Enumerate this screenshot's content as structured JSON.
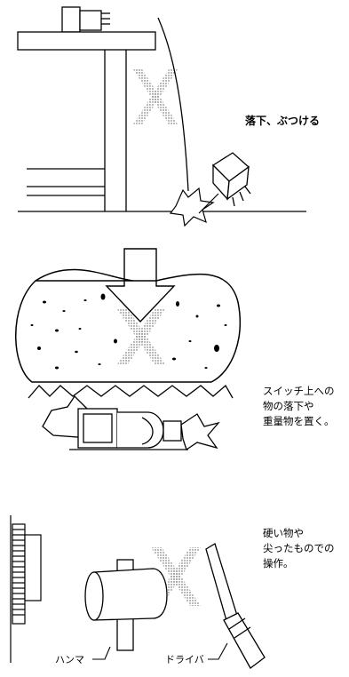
{
  "panels": [
    {
      "caption": "落下、ぶつける"
    },
    {
      "caption": "スイッチ上への\n物の落下や\n重量物を置く。"
    },
    {
      "caption": "硬い物や\n尖ったものでの\n操作。"
    }
  ],
  "tool_labels": {
    "hammer": "ハンマ",
    "screwdriver": "ドライバ"
  }
}
